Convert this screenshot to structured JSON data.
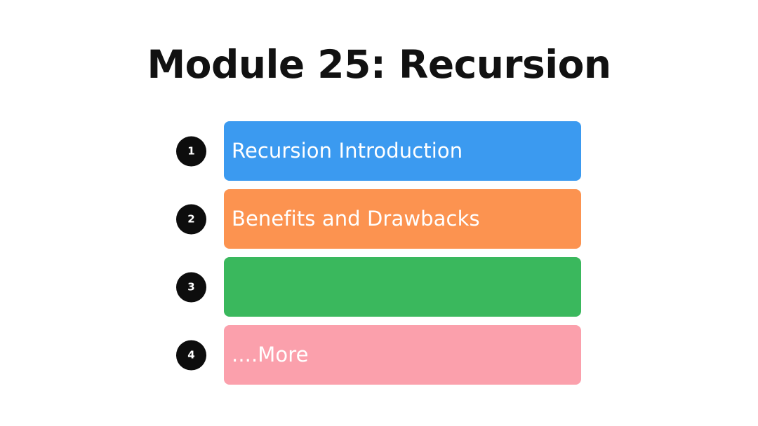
{
  "slide": {
    "title": "Module 25: Recursion",
    "background_color": "#ffffff",
    "title_color": "#111111",
    "badge_color": "#0d0d0d",
    "badge_text_color": "#ffffff",
    "bar_text_color": "#ffffff"
  },
  "agenda": {
    "items": [
      {
        "number": "1",
        "label": "Recursion Introduction",
        "color": "#3b9af0"
      },
      {
        "number": "2",
        "label": "Benefits and Drawbacks",
        "color": "#fc9350"
      },
      {
        "number": "3",
        "label": "",
        "color": "#3ab85d"
      },
      {
        "number": "4",
        "label": "....More",
        "color": "#fba0ac"
      }
    ]
  }
}
